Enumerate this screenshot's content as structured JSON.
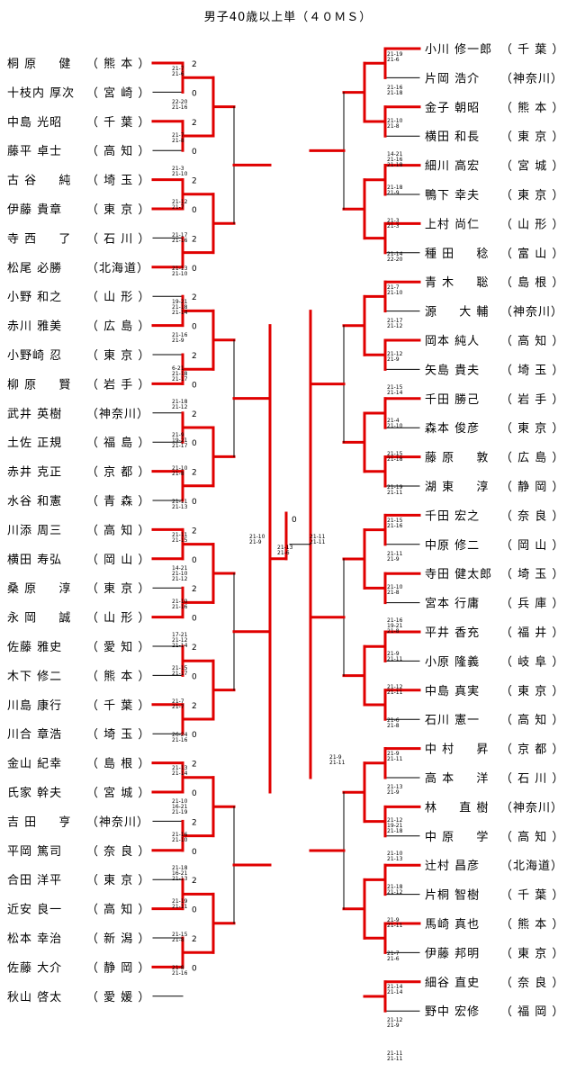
{
  "title": "男子40歳以上単（４０ＭＳ）",
  "colors": {
    "winner_line": "#e00000",
    "loser_line": "#000000"
  },
  "left_players": [
    {
      "name": "桐 原 　 健",
      "pref": "（ 熊 本 ）"
    },
    {
      "name": "十枝内 厚次",
      "pref": "（ 宮 崎 ）"
    },
    {
      "name": "中島 光昭",
      "pref": "（ 千 葉 ）"
    },
    {
      "name": "藤平 卓士",
      "pref": "（ 高 知 ）"
    },
    {
      "name": "古 谷 　 純",
      "pref": "（ 埼 玉 ）"
    },
    {
      "name": "伊藤 貴章",
      "pref": "（ 東 京 ）"
    },
    {
      "name": "寺 西 　 了",
      "pref": "（ 石 川 ）"
    },
    {
      "name": "松尾 必勝",
      "pref": "（北海道）"
    },
    {
      "name": "小野 和之",
      "pref": "（ 山 形 ）"
    },
    {
      "name": "赤川 雅美",
      "pref": "（ 広 島 ）"
    },
    {
      "name": "小野崎 忍",
      "pref": "（ 東 京 ）"
    },
    {
      "name": "柳 原 　 賢",
      "pref": "（ 岩 手 ）"
    },
    {
      "name": "武井 英樹",
      "pref": "（神奈川）"
    },
    {
      "name": "土佐 正規",
      "pref": "（ 福 島 ）"
    },
    {
      "name": "赤井 克正",
      "pref": "（ 京 都 ）"
    },
    {
      "name": "水谷 和憲",
      "pref": "（ 青 森 ）"
    },
    {
      "name": "川添 周三",
      "pref": "（ 高 知 ）"
    },
    {
      "name": "横田 寿弘",
      "pref": "（ 岡 山 ）"
    },
    {
      "name": "桑 原 　 淳",
      "pref": "（ 東 京 ）"
    },
    {
      "name": "永 岡 　 誠",
      "pref": "（ 山 形 ）"
    },
    {
      "name": "佐藤 雅史",
      "pref": "（ 愛 知 ）"
    },
    {
      "name": "木下 修二",
      "pref": "（ 熊 本 ）"
    },
    {
      "name": "川島 康行",
      "pref": "（ 千 葉 ）"
    },
    {
      "name": "川合 章浩",
      "pref": "（ 埼 玉 ）"
    },
    {
      "name": "金山 紀幸",
      "pref": "（ 島 根 ）"
    },
    {
      "name": "氏家 幹夫",
      "pref": "（ 宮 城 ）"
    },
    {
      "name": "吉 田 　 亨",
      "pref": "（神奈川）"
    },
    {
      "name": "平岡 篤司",
      "pref": "（ 奈 良 ）"
    },
    {
      "name": "合田 洋平",
      "pref": "（ 東 京 ）"
    },
    {
      "name": "近安 良一",
      "pref": "（ 高 知 ）"
    },
    {
      "name": "松本 幸治",
      "pref": "（ 新 潟 ）"
    },
    {
      "name": "佐藤 大介",
      "pref": "（ 静 岡 ）"
    },
    {
      "name": "秋山 啓太",
      "pref": "（ 愛 媛 ）"
    }
  ],
  "right_players": [
    {
      "name": "小川 修一郎",
      "pref": "（ 千 葉 ）"
    },
    {
      "name": "片岡 浩介",
      "pref": "（神奈川）"
    },
    {
      "name": "金子 朝昭",
      "pref": "（ 熊 本 ）"
    },
    {
      "name": "横田 和長",
      "pref": "（ 東 京 ）"
    },
    {
      "name": "細川 高宏",
      "pref": "（ 宮 城 ）"
    },
    {
      "name": "鴨下 幸夫",
      "pref": "（ 東 京 ）"
    },
    {
      "name": "上村 尚仁",
      "pref": "（ 山 形 ）"
    },
    {
      "name": "種 田 　 稔",
      "pref": "（ 富 山 ）"
    },
    {
      "name": "青 木 　 聡",
      "pref": "（ 島 根 ）"
    },
    {
      "name": "源 　 大 輔",
      "pref": "（神奈川）"
    },
    {
      "name": "岡本 純人",
      "pref": "（ 高 知 ）"
    },
    {
      "name": "矢島 貴夫",
      "pref": "（ 埼 玉 ）"
    },
    {
      "name": "千田 勝己",
      "pref": "（ 岩 手 ）"
    },
    {
      "name": "森本 俊彦",
      "pref": "（ 東 京 ）"
    },
    {
      "name": "藤 原 　 敦",
      "pref": "（ 広 島 ）"
    },
    {
      "name": "湖 東 　 淳",
      "pref": "（ 静 岡 ）"
    },
    {
      "name": "千田 宏之",
      "pref": "（ 奈 良 ）"
    },
    {
      "name": "中原 修二",
      "pref": "（ 岡 山 ）"
    },
    {
      "name": "寺田 健太郎",
      "pref": "（ 埼 玉 ）"
    },
    {
      "name": "宮本 行庸",
      "pref": "（ 兵 庫 ）"
    },
    {
      "name": "平井 香充",
      "pref": "（ 福 井 ）"
    },
    {
      "name": "小原 隆義",
      "pref": "（ 岐 阜 ）"
    },
    {
      "name": "中島 真実",
      "pref": "（ 東 京 ）"
    },
    {
      "name": "石川 憲一",
      "pref": "（ 高 知 ）"
    },
    {
      "name": "中 村 　 昇",
      "pref": "（ 京 都 ）"
    },
    {
      "name": "高 本 　 洋",
      "pref": "（ 石 川 ）"
    },
    {
      "name": "林 　 直 樹",
      "pref": "（神奈川）"
    },
    {
      "name": "中 原 　 学",
      "pref": "（ 高 知 ）"
    },
    {
      "name": "辻村 昌彦",
      "pref": "（北海道）"
    },
    {
      "name": "片桐 智樹",
      "pref": "（ 千 葉 ）"
    },
    {
      "name": "馬崎 真也",
      "pref": "（ 熊 本 ）"
    },
    {
      "name": "伊藤 邦明",
      "pref": "（ 東 京 ）"
    },
    {
      "name": "細谷 直史",
      "pref": "（ 奈 良 ）"
    },
    {
      "name": "野中 宏修",
      "pref": "（ 福 岡 ）"
    }
  ],
  "left_scores": [
    {
      "label": "",
      "lines": [
        "21-7",
        "21-6"
      ]
    },
    {
      "label": "",
      "lines": [
        "22-20",
        "21-16"
      ]
    },
    {
      "label": "",
      "lines": [
        "21-7",
        "21-8"
      ]
    },
    {
      "label": "",
      "lines": [
        "21-3",
        "21-10"
      ]
    },
    {
      "label": "",
      "lines": [
        "21-12",
        "21-7"
      ]
    },
    {
      "label": "",
      "lines": [
        "21-17",
        "21-16"
      ]
    },
    {
      "label": "",
      "lines": [
        "21-13",
        "21-10"
      ]
    },
    {
      "label": "",
      "lines": [
        "19-21",
        "21-18",
        "21-14"
      ]
    },
    {
      "label": "",
      "lines": [
        "21-16",
        "21-9"
      ]
    },
    {
      "label": "",
      "lines": [
        "6-21",
        "21-18",
        "21-17"
      ]
    },
    {
      "label": "",
      "lines": [
        "21-18",
        "21-12"
      ]
    },
    {
      "label": "",
      "lines": [
        "21-9",
        "19-21",
        "21-17"
      ]
    },
    {
      "label": "",
      "lines": [
        "21-10",
        "21-8"
      ]
    },
    {
      "label": "",
      "lines": [
        "21-11",
        "21-13"
      ]
    },
    {
      "label": "",
      "lines": [
        "21-11",
        "21-15"
      ]
    },
    {
      "label": "",
      "lines": [
        "14-21",
        "21-10",
        "21-12"
      ]
    },
    {
      "label": "",
      "lines": [
        "21-10",
        "21-16"
      ]
    },
    {
      "label": "",
      "lines": [
        "17-21",
        "21-12",
        "21-14"
      ]
    },
    {
      "label": "",
      "lines": [
        "21-15",
        "21-17"
      ]
    },
    {
      "label": "",
      "lines": [
        "21-7",
        "21-7"
      ]
    },
    {
      "label": "",
      "lines": [
        "26-24",
        "21-16"
      ]
    },
    {
      "label": "",
      "lines": [
        "21-13",
        "21-14"
      ]
    },
    {
      "label": "",
      "lines": [
        "21-10",
        "16-21",
        "21-19"
      ]
    },
    {
      "label": "",
      "lines": [
        "21-16",
        "21-10"
      ]
    },
    {
      "label": "",
      "lines": [
        "21-18",
        "16-21",
        "21-13"
      ]
    },
    {
      "label": "",
      "lines": [
        "21-19",
        "21-11"
      ]
    },
    {
      "label": "",
      "lines": [
        "21-15",
        "21-8"
      ]
    },
    {
      "label": "",
      "lines": [
        "21-8",
        "21-16"
      ]
    }
  ],
  "right_scores": [
    {
      "label": "",
      "lines": [
        "21-19",
        "21-6"
      ]
    },
    {
      "label": "",
      "lines": [
        "21-16",
        "21-18"
      ]
    },
    {
      "label": "",
      "lines": [
        "21-10",
        "21-8"
      ]
    },
    {
      "label": "",
      "lines": [
        "14-21",
        "21-16",
        "21-18"
      ]
    },
    {
      "label": "",
      "lines": [
        "21-18",
        "21-9"
      ]
    },
    {
      "label": "",
      "lines": [
        "21-3",
        "21-3"
      ]
    },
    {
      "label": "",
      "lines": [
        "21-14",
        "22-20"
      ]
    },
    {
      "label": "",
      "lines": [
        "21-7",
        "21-10"
      ]
    },
    {
      "label": "",
      "lines": [
        "21-17",
        "21-12"
      ]
    },
    {
      "label": "",
      "lines": [
        "21-12",
        "21-9"
      ]
    },
    {
      "label": "",
      "lines": [
        "21-15",
        "21-14"
      ]
    },
    {
      "label": "",
      "lines": [
        "21-4",
        "21-10"
      ]
    },
    {
      "label": "",
      "lines": [
        "21-15",
        "21-18"
      ]
    },
    {
      "label": "",
      "lines": [
        "21-19",
        "21-11"
      ]
    },
    {
      "label": "",
      "lines": [
        "21-15",
        "21-16"
      ]
    },
    {
      "label": "",
      "lines": [
        "21-11",
        "21-9"
      ]
    },
    {
      "label": "",
      "lines": [
        "21-10",
        "21-8"
      ]
    },
    {
      "label": "",
      "lines": [
        "21-16",
        "19-21",
        "21-8"
      ]
    },
    {
      "label": "",
      "lines": [
        "21-9",
        "21-11"
      ]
    },
    {
      "label": "",
      "lines": [
        "21-12",
        "21-11"
      ]
    },
    {
      "label": "",
      "lines": [
        "21-6",
        "21-8"
      ]
    },
    {
      "label": "",
      "lines": [
        "21-9",
        "21-11"
      ]
    },
    {
      "label": "",
      "lines": [
        "21-13",
        "21-9"
      ]
    },
    {
      "label": "",
      "lines": [
        "21-12",
        "19-21",
        "21-18"
      ]
    },
    {
      "label": "",
      "lines": [
        "21-10",
        "21-13"
      ]
    },
    {
      "label": "",
      "lines": [
        "21-18",
        "21-12"
      ]
    },
    {
      "label": "",
      "lines": [
        "21-9",
        "21-11"
      ]
    },
    {
      "label": "",
      "lines": [
        "21-7",
        "21-6"
      ]
    },
    {
      "label": "",
      "lines": [
        "21-14",
        "21-14"
      ]
    },
    {
      "label": "",
      "lines": [
        "21-12",
        "21-9"
      ]
    },
    {
      "label": "",
      "lines": [
        "21-11",
        "21-11"
      ]
    }
  ],
  "center_scores": [
    {
      "lines": [
        "21-10",
        "21-9"
      ]
    },
    {
      "lines": [
        "21-13",
        "21-6"
      ]
    },
    {
      "lines": [
        "21-11",
        "21-11"
      ]
    },
    {
      "lines": [
        "21-9",
        "21-11"
      ]
    }
  ]
}
